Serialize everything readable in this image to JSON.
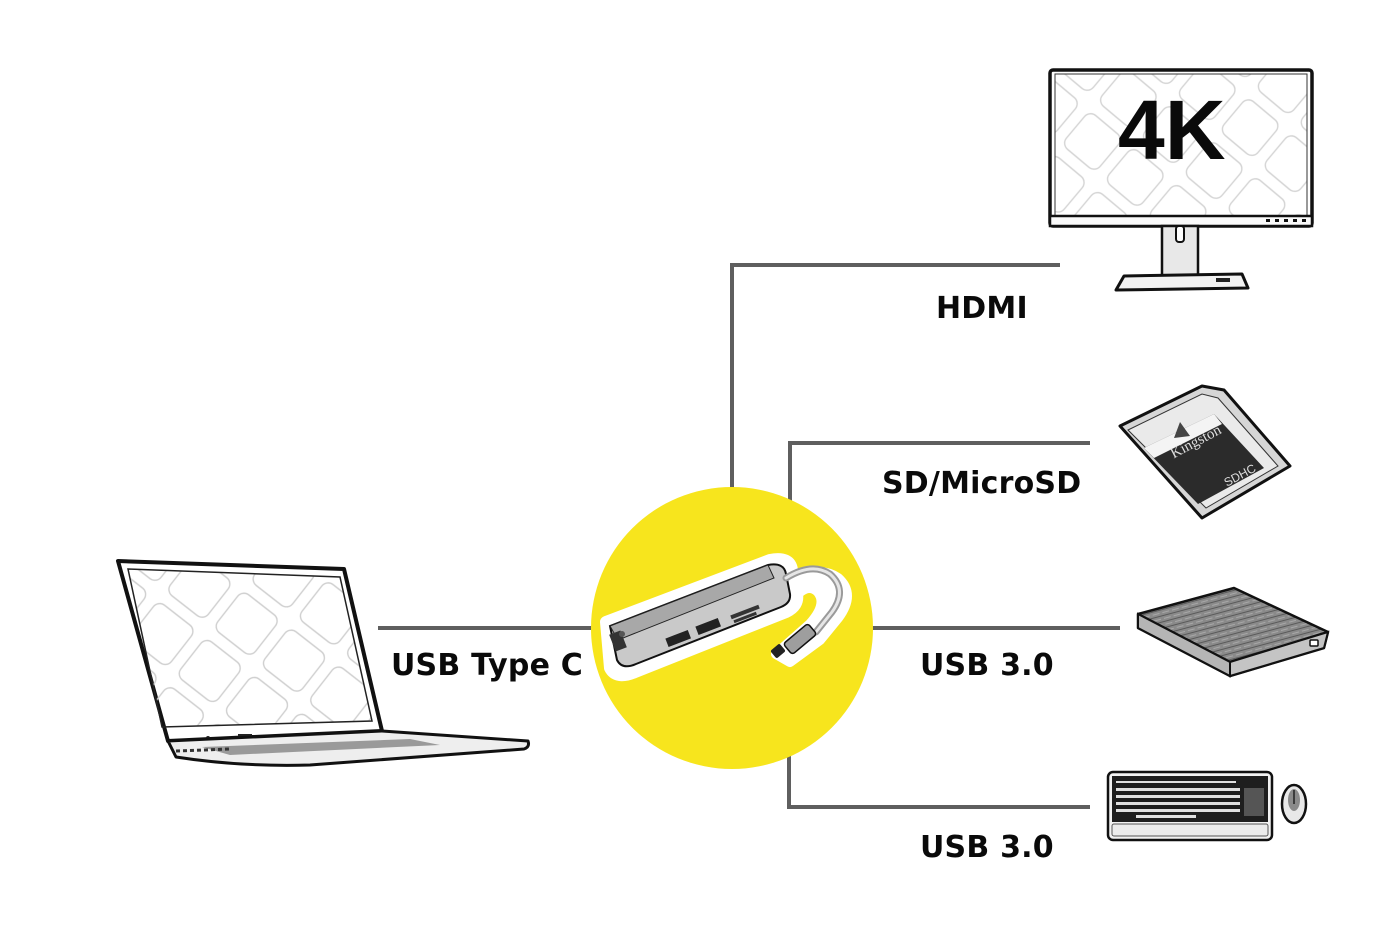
{
  "diagram": {
    "title": "USB Type C hub connection diagram",
    "accent_color": "#f7e51d",
    "line_color": "#5f5f5f",
    "source": {
      "device": "laptop",
      "icon": "laptop-icon",
      "connection_label": "USB Type C"
    },
    "hub": {
      "device": "usb-c-hub",
      "icon": "usb-hub-icon"
    },
    "outputs": [
      {
        "device": "monitor",
        "icon": "monitor-icon",
        "connection_label": "HDMI",
        "screen_text": "4K"
      },
      {
        "device": "sd-card",
        "icon": "sd-card-icon",
        "connection_label": "SD/MicroSD",
        "card_brand": "Kingston",
        "card_type": "SDHC"
      },
      {
        "device": "external-hard-drive",
        "icon": "hard-drive-icon",
        "connection_label": "USB 3.0"
      },
      {
        "device": "keyboard-and-mouse",
        "icon": "keyboard-mouse-icon",
        "connection_label": "USB 3.0"
      }
    ]
  }
}
